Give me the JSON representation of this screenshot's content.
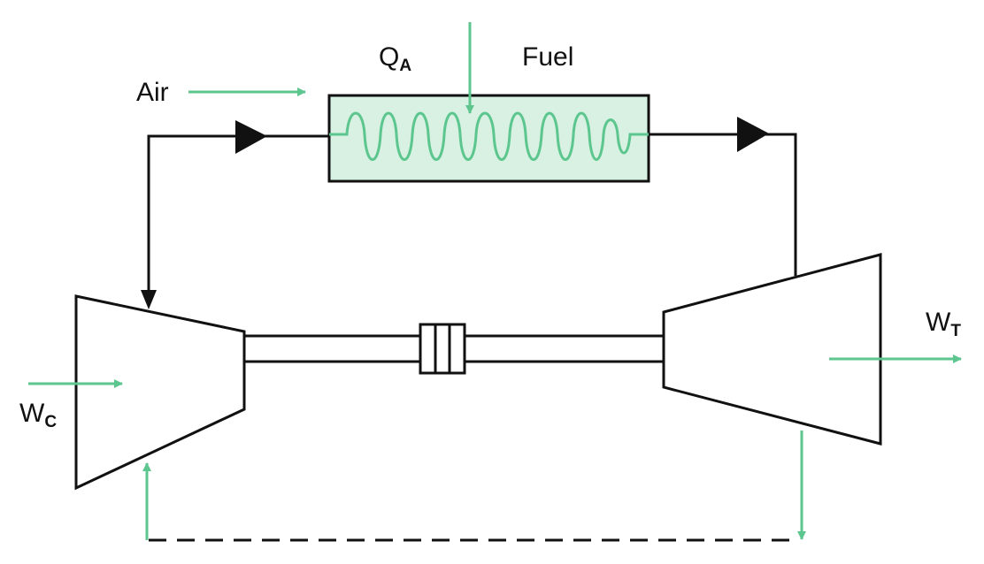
{
  "labels": {
    "air": "Air",
    "heat_added": "Q",
    "heat_added_sub": "A",
    "fuel": "Fuel",
    "compressor_work": "W",
    "compressor_work_sub": "C",
    "turbine_work": "W",
    "turbine_work_sub": "T"
  },
  "colors": {
    "line": "#111111",
    "accent": "#5cc68e",
    "combustor_fill": "#d8f1e2",
    "background": "#ffffff"
  }
}
